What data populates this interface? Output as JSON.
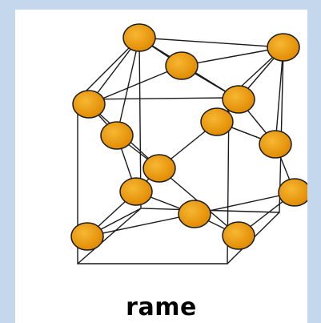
{
  "caption": "rame",
  "colors": {
    "frame": "#c5d7ec",
    "background": "#ffffff",
    "atom_fill_center": "#f7b733",
    "atom_fill_edge": "#e08900",
    "atom_stroke": "#1a1a1a",
    "line": "#1a1a1a",
    "caption": "#000000"
  },
  "atoms": [
    {
      "id": "a1"
    },
    {
      "id": "a2"
    },
    {
      "id": "a3"
    },
    {
      "id": "a4"
    },
    {
      "id": "a5"
    },
    {
      "id": "a6"
    },
    {
      "id": "a7"
    },
    {
      "id": "a8"
    },
    {
      "id": "a9"
    },
    {
      "id": "a10"
    },
    {
      "id": "a11"
    },
    {
      "id": "a12"
    },
    {
      "id": "a13"
    },
    {
      "id": "a14"
    }
  ]
}
